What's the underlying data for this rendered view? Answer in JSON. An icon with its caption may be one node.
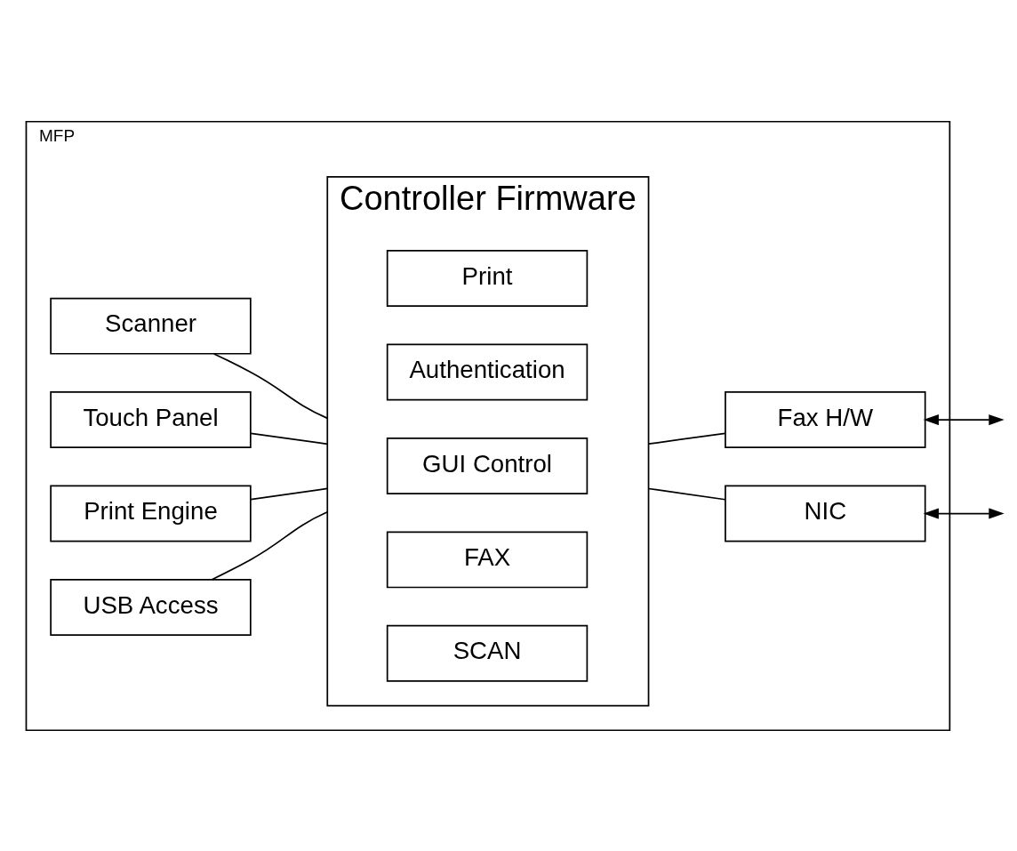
{
  "diagram": {
    "nodes": [
      {
        "text": [
          "MFP"
        ]
      },
      {
        "text": [
          "Controller Firmware"
        ],
        "in": 0
      },
      {
        "text": [
          "SCAN"
        ],
        "in": 1
      },
      {
        "text": [
          "FAX"
        ],
        "in": 1
      },
      {
        "text": [
          "GUI Control"
        ],
        "in": 1
      },
      {
        "text": [
          "Authentication"
        ],
        "in": 1
      },
      {
        "text": [
          "Print"
        ],
        "in": 1
      },
      {
        "text": [
          "Scanner"
        ],
        "in": 0
      },
      {
        "text": [
          "Touch Panel"
        ],
        "in": 0
      },
      {
        "text": [
          "Print Engine"
        ],
        "in": 0
      },
      {
        "text": [
          "USB Access"
        ],
        "in": 0
      },
      {
        "text": [
          "Fax H/W"
        ],
        "in": 0
      },
      {
        "text": [
          "NIC"
        ],
        "in": 0
      }
    ],
    "edges": [
      {
        "from": 7,
        "to": 1,
        "arrow": "none"
      },
      {
        "from": 8,
        "to": 1,
        "arrow": "none"
      },
      {
        "from": 9,
        "to": 1,
        "arrow": "none"
      },
      {
        "from": 10,
        "to": 1,
        "arrow": "none"
      },
      {
        "from": 1,
        "to": 11,
        "arrow": "none"
      },
      {
        "from": 1,
        "to": 12,
        "arrow": "none"
      },
      {
        "from": 11,
        "to": null,
        "arrow": "both"
      },
      {
        "from": 12,
        "to": null,
        "arrow": "both"
      }
    ]
  }
}
